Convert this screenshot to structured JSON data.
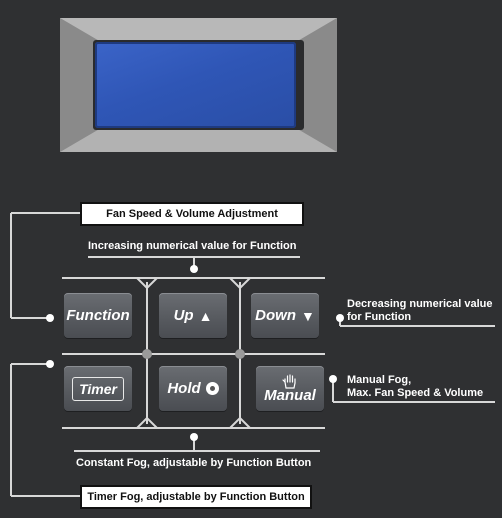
{
  "labels": {
    "fan_speed": "Fan Speed & Volume Adjustment",
    "increasing": "Increasing numerical value for Function",
    "decreasing_1": "Decreasing numerical value",
    "decreasing_2": "for Function",
    "manual_1": "Manual Fog,",
    "manual_2": "Max. Fan Speed & Volume",
    "constant": "Constant Fog, adjustable by Function Button",
    "timer_fog": "Timer Fog, adjustable by Function Button"
  },
  "buttons": {
    "function": "Function",
    "up": "Up",
    "down": "Down",
    "timer": "Timer",
    "hold": "Hold",
    "manual": "Manual"
  },
  "icons": {
    "up": "up-triangle",
    "down": "down-triangle",
    "hold": "hold-dot",
    "manual": "hand-icon"
  },
  "colors": {
    "panel": "#2f3032",
    "lcd": "#2f56b6",
    "button": "#56595e"
  }
}
